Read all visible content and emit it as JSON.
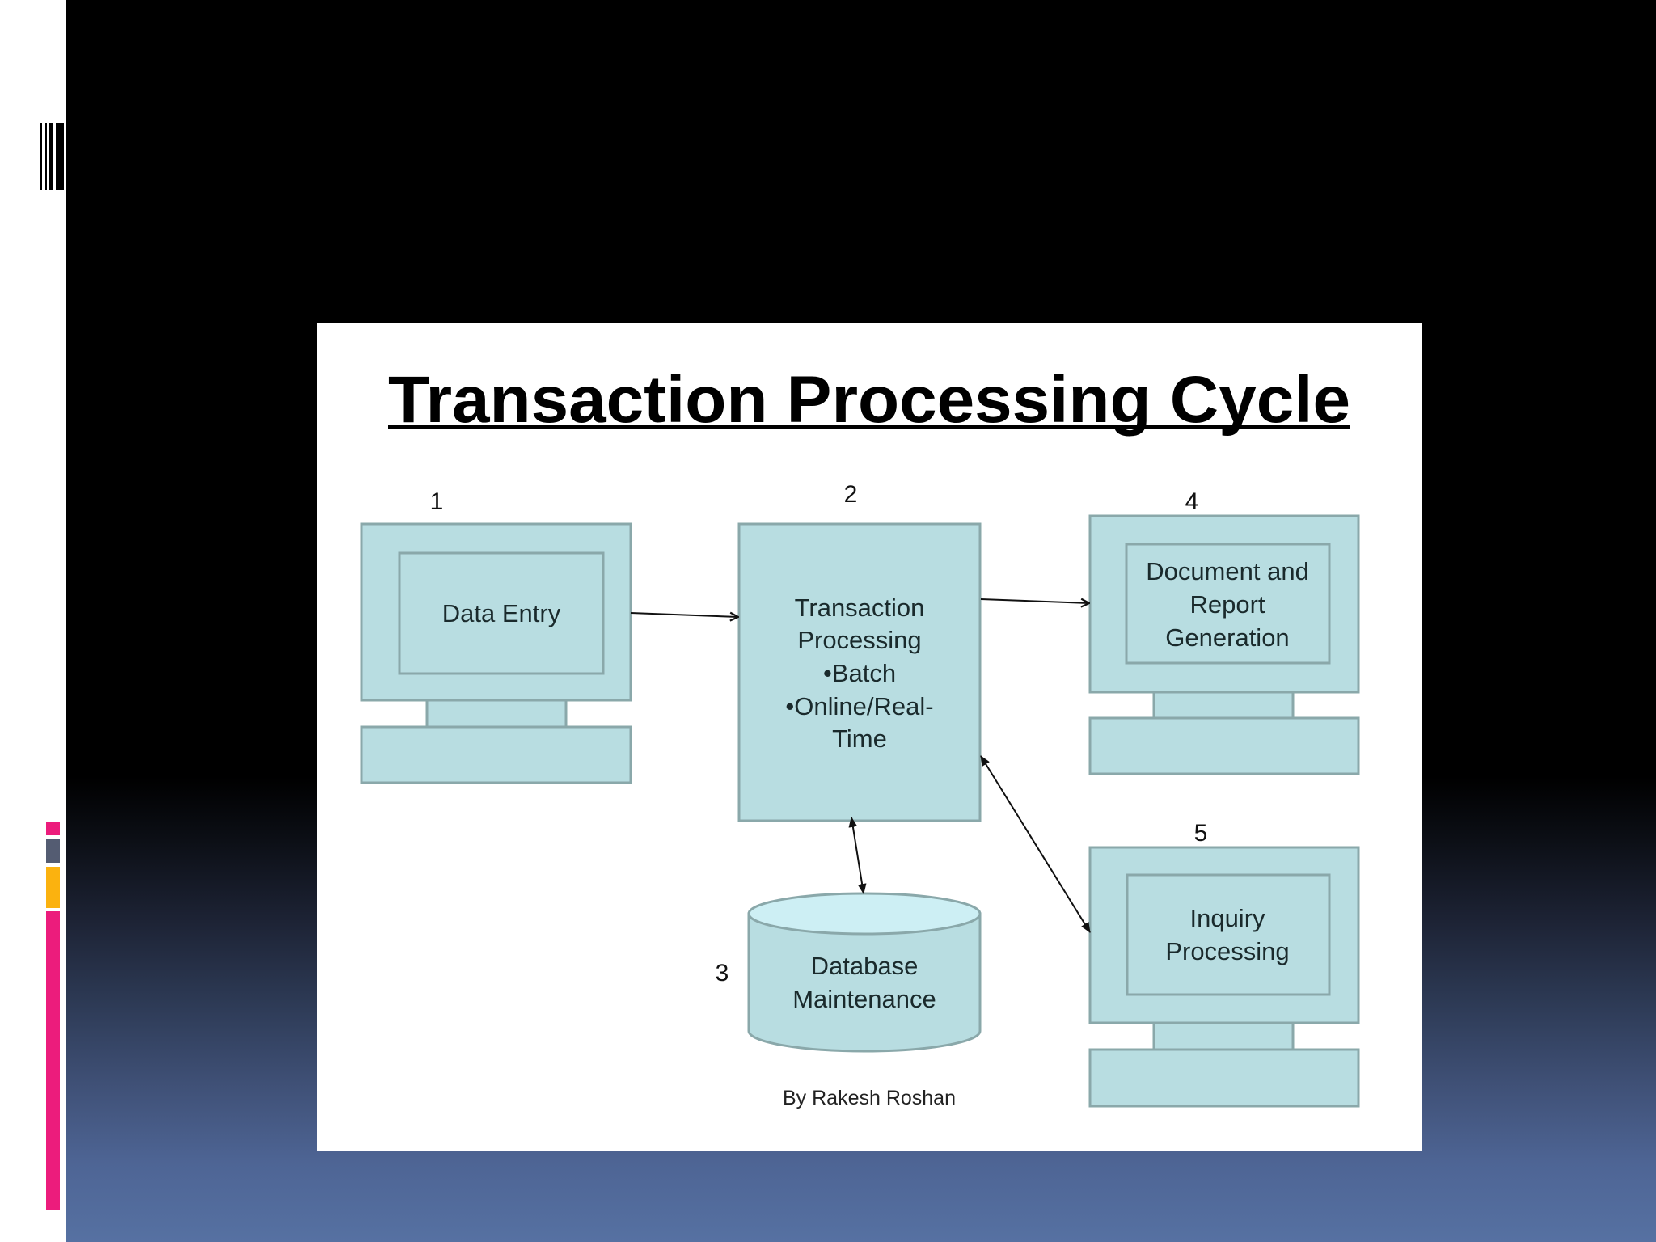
{
  "slide": {
    "theme_colors": {
      "left_strip": "#ffffff",
      "background_top": "#000000",
      "background_bottom": "#5671a2",
      "accent_pink": "#ec1c7c",
      "accent_gray": "#545c72",
      "accent_orange": "#fbb20f"
    },
    "decorations": {
      "barcode_icon": "barcode-lines",
      "accent_bars": [
        "pink",
        "gray",
        "orange",
        "pink"
      ]
    }
  },
  "diagram": {
    "title": "Transaction Processing Cycle",
    "fill_color": "#b8dde1",
    "stroke_color": "#8aa8aa",
    "cylinder_top_color": "#cdeff4",
    "nodes": [
      {
        "number": "1",
        "shape": "computer",
        "lines": [
          "Data Entry"
        ]
      },
      {
        "number": "2",
        "shape": "box",
        "lines": [
          "Transaction",
          "Processing",
          "•Batch",
          "•Online/Real-",
          "Time"
        ]
      },
      {
        "number": "3",
        "shape": "database",
        "lines": [
          "Database",
          "Maintenance"
        ]
      },
      {
        "number": "4",
        "shape": "computer",
        "lines": [
          "Document and",
          "Report",
          "Generation"
        ]
      },
      {
        "number": "5",
        "shape": "computer",
        "lines": [
          "Inquiry",
          "Processing"
        ]
      }
    ],
    "edges": [
      {
        "from": "1",
        "to": "2",
        "type": "one-way"
      },
      {
        "from": "2",
        "to": "4",
        "type": "one-way"
      },
      {
        "from": "2",
        "to": "3",
        "type": "two-way"
      },
      {
        "from": "2",
        "to": "5",
        "type": "two-way"
      }
    ],
    "attribution": "By Rakesh Roshan"
  }
}
